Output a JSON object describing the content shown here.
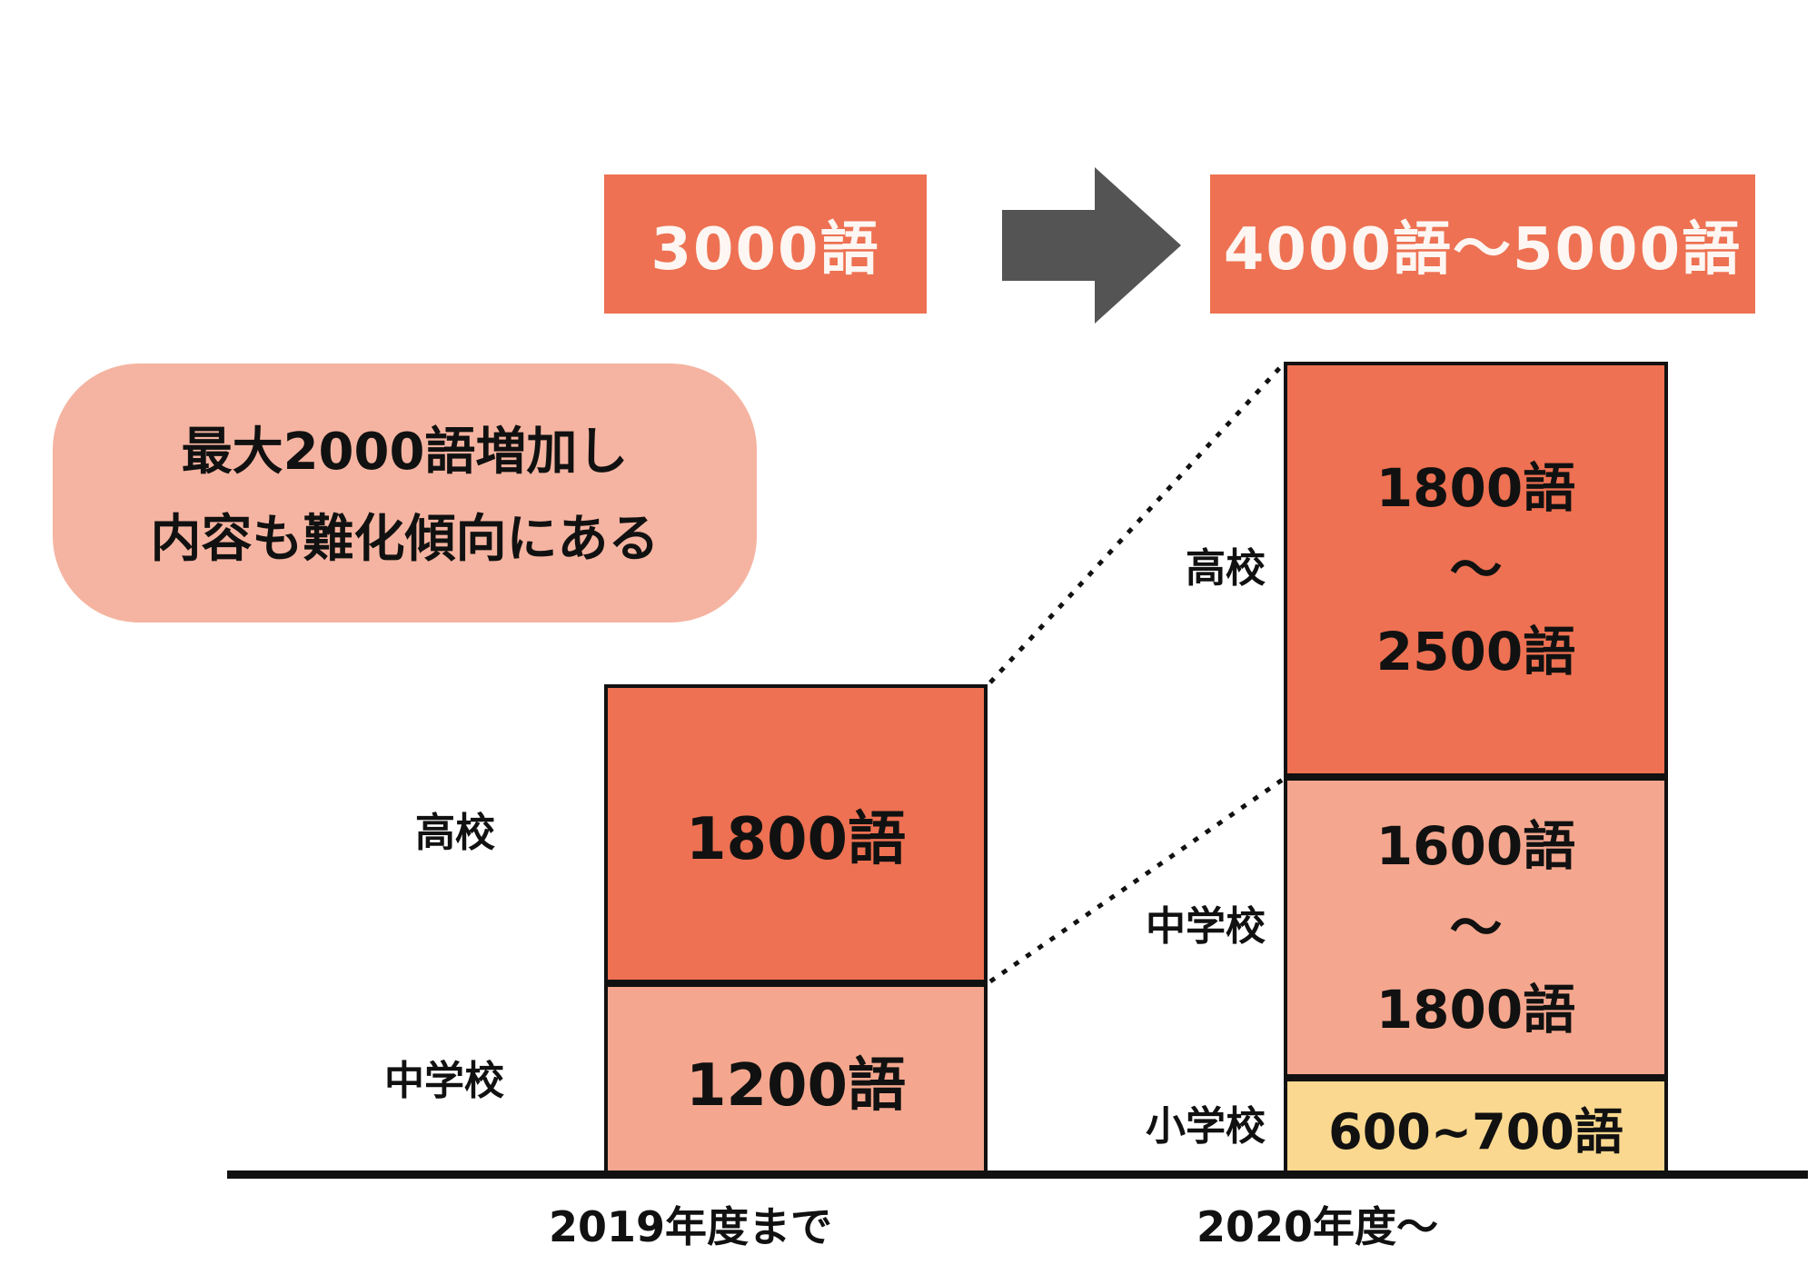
{
  "colors": {
    "dark_orange": "#ED7152",
    "salmon": "#F4A78E",
    "bubble_pink": "#F5B4A1",
    "yellow": "#FAD88F",
    "arrow_gray": "#545454",
    "ink": "#111111",
    "background": "#FFFFFF"
  },
  "header": {
    "before_total": "3000語",
    "after_total": "4000語〜5000語"
  },
  "annotation": {
    "line1": "最大2000語増加し",
    "line2": "内容も難化傾向にある"
  },
  "bars": {
    "left": {
      "axis_label": "2019年度まで",
      "segments": {
        "koko": {
          "level": "高校",
          "value_label": "1800語"
        },
        "chugakko": {
          "level": "中学校",
          "value_label": "1200語"
        }
      }
    },
    "right": {
      "axis_label": "2020年度〜",
      "segments": {
        "koko": {
          "level": "高校",
          "line1": "1800語",
          "line2": "〜",
          "line3": "2500語"
        },
        "chugakko": {
          "level": "中学校",
          "line1": "1600語",
          "line2": "〜",
          "line3": "1800語"
        },
        "shogakko": {
          "level": "小学校",
          "value_label": "600~700語"
        }
      }
    }
  },
  "chart_data": {
    "type": "bar",
    "subtype": "stacked_bar_comparison",
    "title": "",
    "categories": [
      "2019年度まで",
      "2020年度〜"
    ],
    "series": [
      {
        "name": "小学校",
        "values": [
          [
            0,
            0
          ],
          [
            600,
            700
          ]
        ],
        "labels": [
          "",
          "600~700語"
        ],
        "color": "#FAD88F"
      },
      {
        "name": "中学校",
        "values": [
          [
            1200,
            1200
          ],
          [
            1600,
            1800
          ]
        ],
        "labels": [
          "1200語",
          "1600語〜1800語"
        ],
        "color": "#F4A78E"
      },
      {
        "name": "高校",
        "values": [
          [
            1800,
            1800
          ],
          [
            1800,
            2500
          ]
        ],
        "labels": [
          "1800語",
          "1800語〜2500語"
        ],
        "color": "#ED7152"
      }
    ],
    "totals": {
      "labels": [
        "3000語",
        "4000語〜5000語"
      ],
      "values": [
        [
          3000,
          3000
        ],
        [
          4000,
          5000
        ]
      ]
    },
    "annotation": "最大2000語増加し 内容も難化傾向にある",
    "unit": "語",
    "legend_position": "none",
    "grid": false,
    "connector_lines": "dotted, linking 2019 bar top and 中学校 boundary to 2020 bar boundaries"
  }
}
